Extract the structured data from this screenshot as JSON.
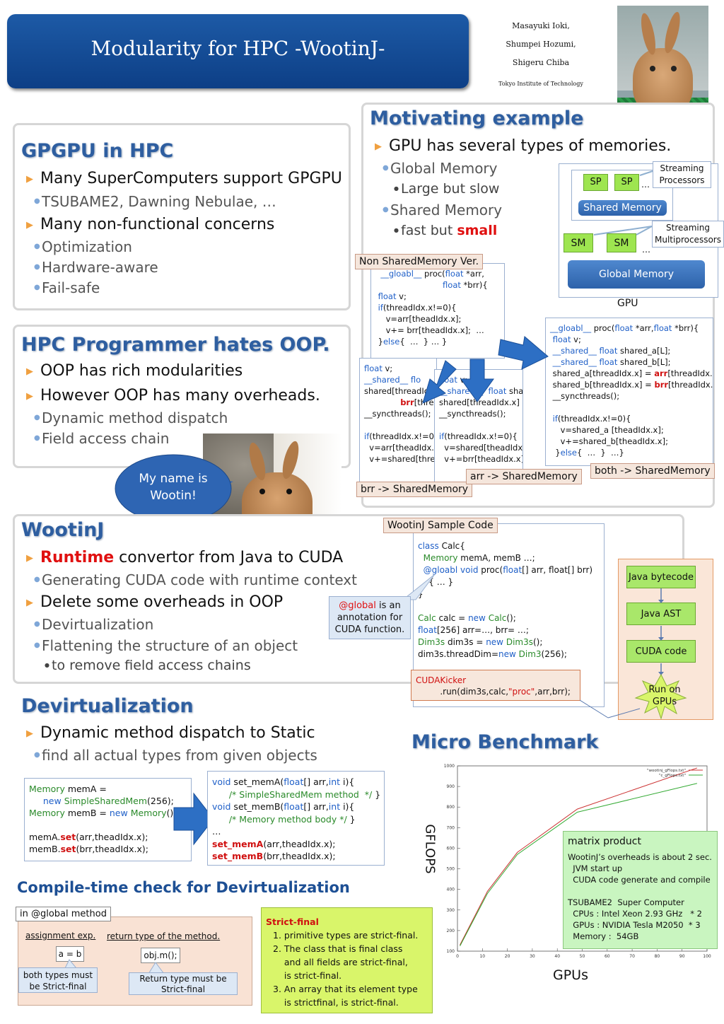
{
  "header": {
    "title": "Modularity for HPC -WootinJ-",
    "authors": [
      "Masayuki Ioki,",
      "Shumpei Hozumi,",
      "Shigeru Chiba"
    ],
    "affiliation": "Tokyo Institute of Technology"
  },
  "gpgpu": {
    "title": "GPGPU in HPC",
    "b1": "Many SuperComputers support GPGPU",
    "b1_sub": "TSUBAME2, Dawning Nebulae, …",
    "b2": "Many non-functional concerns",
    "b2_subs": [
      "Optimization",
      "Hardware-aware",
      "Fail-safe"
    ]
  },
  "hates": {
    "title": "HPC Programmer hates OOP.",
    "b1": "OOP has rich modularities",
    "b2": "However OOP has many overheads.",
    "b2_subs": [
      "Dynamic method dispatch",
      "Field access chain"
    ],
    "bubble": "My name is Wootin!"
  },
  "motivating": {
    "title": "Motivating example",
    "b1": "GPU has several types of memories.",
    "global": "Global Memory",
    "global_sub": "Large but slow",
    "shared": "Shared Memory",
    "shared_sub_a": "fast but ",
    "shared_sub_b": "small",
    "diagram": {
      "sp": "SP",
      "dots": "…",
      "streaming_processors": "Streaming Processors",
      "shared_memory": "Shared Memory",
      "sm": "SM",
      "streaming_multiprocessors": "Streaming Multiprocessors",
      "global_memory": "Global Memory",
      "gpu": "GPU"
    },
    "tags": {
      "non_shared": "Non SharedMemory Ver.",
      "brr": "brr -> SharedMemory",
      "arr": "arr -> SharedMemory",
      "both": "both -> SharedMemory"
    }
  },
  "wootinj": {
    "title": "WootinJ",
    "b1_red": "Runtime",
    "b1_rest": " convertor from Java to CUDA",
    "b1_sub": "Generating CUDA code with runtime context",
    "b2": "Delete some overheads in OOP",
    "b2_subs": [
      "Devirtualization",
      "Flattening the structure of an object"
    ],
    "b2_subsub": "to remove field access chains",
    "sample_tag": "WootinJ Sample Code",
    "callout_red": "@global",
    "callout_rest": " is an annotation for CUDA function.",
    "flow": [
      "Java bytecode",
      "Java AST",
      "CUDA code",
      "Run on GPUs"
    ]
  },
  "devirt": {
    "title": "Devirtualization",
    "b1": "Dynamic method dispatch to Static",
    "b1_sub": "find all actual types from given objects"
  },
  "compile": {
    "title": "Compile-time check for Devirtualization",
    "tag": "in @global method",
    "assign": "assignment exp.",
    "rettype": "return type of the method.",
    "ab": "a = b",
    "objm": "obj.m();",
    "note1": "both types must be Strict-final",
    "note2": "Return type must be Strict-final",
    "strict_title": "Strict-final",
    "strict_items": [
      "1. primitive types are strict-final.",
      "2. The class that is final class",
      "    and all fields are strict-final,",
      "    is strict-final.",
      "3. An array that its element type",
      "    is strictfinal, is strict-final."
    ]
  },
  "bench": {
    "title": "Micro Benchmark",
    "info_title": "matrix product",
    "info_lines": [
      "WootinJ’s overheads is about 2 sec.",
      "  JVM start up",
      "  CUDA code generate and compile",
      "",
      "TSUBAME2  Super Computer",
      "  CPUs : Intel Xeon 2.93 GHz   * 2",
      "  GPUs : NVIDIA Tesla M2050  * 3",
      "  Memory :  54GB"
    ]
  },
  "chart_data": {
    "type": "line",
    "xlabel": "GPUs",
    "ylabel": "GFLOPS",
    "xlim": [
      0,
      100
    ],
    "ylim": [
      100,
      1000
    ],
    "xticks": [
      0,
      10,
      20,
      30,
      40,
      50,
      60,
      70,
      80,
      90,
      100
    ],
    "yticks": [
      100,
      200,
      300,
      400,
      500,
      600,
      700,
      800,
      900,
      1000
    ],
    "series": [
      {
        "name": "\"wootinj_gFlops.txt\"",
        "color": "#cc3333",
        "x": [
          1,
          12,
          24,
          48,
          96
        ],
        "y": [
          130,
          390,
          580,
          790,
          990
        ]
      },
      {
        "name": "\"c_gFlops.txt\"",
        "color": "#33aa33",
        "x": [
          1,
          12,
          24,
          48,
          96
        ],
        "y": [
          125,
          380,
          570,
          775,
          915
        ]
      }
    ]
  }
}
